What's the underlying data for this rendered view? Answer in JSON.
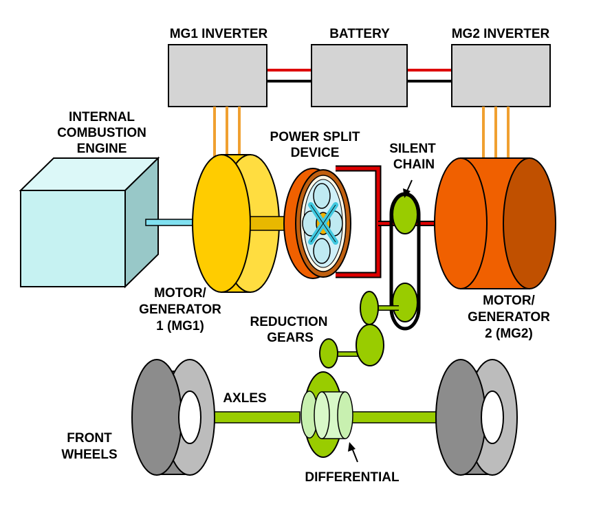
{
  "labels": {
    "mg1_inverter": "MG1 INVERTER",
    "battery": "BATTERY",
    "mg2_inverter": "MG2 INVERTER",
    "engine": [
      "INTERNAL",
      "COMBUSTION",
      "ENGINE"
    ],
    "power_split": [
      "POWER SPLIT",
      "DEVICE"
    ],
    "silent_chain": [
      "SILENT",
      "CHAIN"
    ],
    "mg1": [
      "MOTOR/",
      "GENERATOR",
      "1 (MG1)"
    ],
    "mg2": [
      "MOTOR/",
      "GENERATOR",
      "2 (MG2)"
    ],
    "reduction_gears": [
      "REDUCTION",
      "GEARS"
    ],
    "axles": "AXLES",
    "front_wheels": [
      "FRONT",
      "WHEELS"
    ],
    "differential": "DIFFERENTIAL"
  },
  "colors": {
    "inverter_box": "#d4d4d4",
    "engine_block": "#c6f2f2",
    "mg1_yellow": "#ffcc00",
    "mg2_orange": "#f06000",
    "gear_green": "#99cc00",
    "wire_red": "#dd0000",
    "wire_orange": "#f0a030",
    "wheel_gray": "#8c8c8c",
    "shaft_cyan": "#80e0f0"
  }
}
